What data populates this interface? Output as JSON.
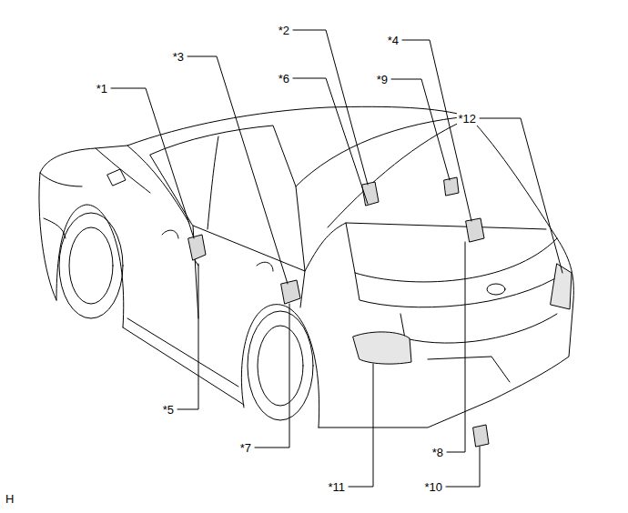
{
  "diagram": {
    "labels": [
      "*1",
      "*2",
      "*3",
      "*4",
      "*5",
      "*6",
      "*7",
      "*8",
      "*9",
      "*10",
      "*11",
      "*12",
      "H"
    ]
  }
}
